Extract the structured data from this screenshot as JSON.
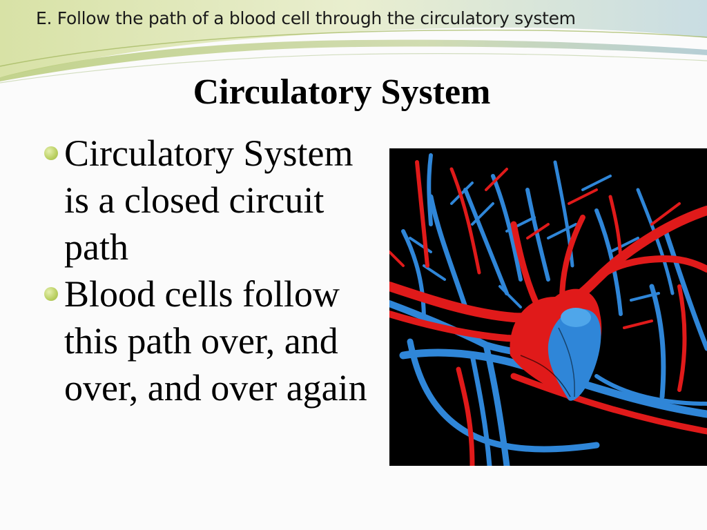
{
  "header": {
    "caption": "E. Follow the path of a blood cell through the circulatory system"
  },
  "slide": {
    "title": "Circulatory System",
    "bullets": [
      "Circulatory System is a closed circuit path",
      "Blood cells follow this path over, and over, and over again"
    ]
  },
  "colors": {
    "bullet": "#b9cf60",
    "artery": "#e01a1a",
    "vein": "#2f86d8",
    "image_background": "#000000"
  }
}
